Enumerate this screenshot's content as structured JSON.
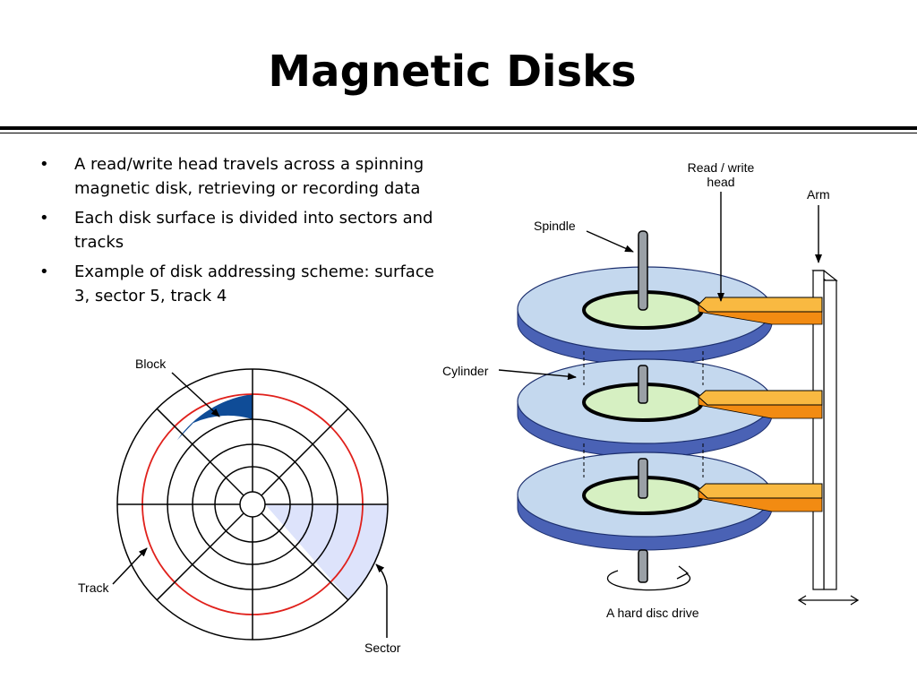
{
  "slide": {
    "title": "Magnetic Disks"
  },
  "bullets": [
    {
      "symbol": "•",
      "text": "A read/write head travels across a spinning magnetic disk, retrieving or recording data"
    },
    {
      "symbol": "•",
      "text": "Each disk surface is divided into sectors and tracks"
    },
    {
      "symbol": "•",
      "text": "Example of disk addressing scheme: surface 3, sector 5, track 4"
    }
  ],
  "left_diagram": {
    "labels": {
      "block": "Block",
      "track": "Track",
      "sector": "Sector"
    },
    "colors": {
      "block": "#0f4c97",
      "sector": "#dde3fb",
      "track_highlight": "#e0201b"
    }
  },
  "right_diagram": {
    "labels": {
      "read_write_line1": "Read / write",
      "read_write_line2": "head",
      "arm": "Arm",
      "spindle": "Spindle",
      "cylinder": "Cylinder",
      "caption": "A hard disc drive"
    },
    "colors": {
      "platter_top": "#c4d8ee",
      "platter_edge": "#4a62b5",
      "hub": "#d6f0c2",
      "head": "#f9b941",
      "head_under": "#f28b12"
    }
  }
}
